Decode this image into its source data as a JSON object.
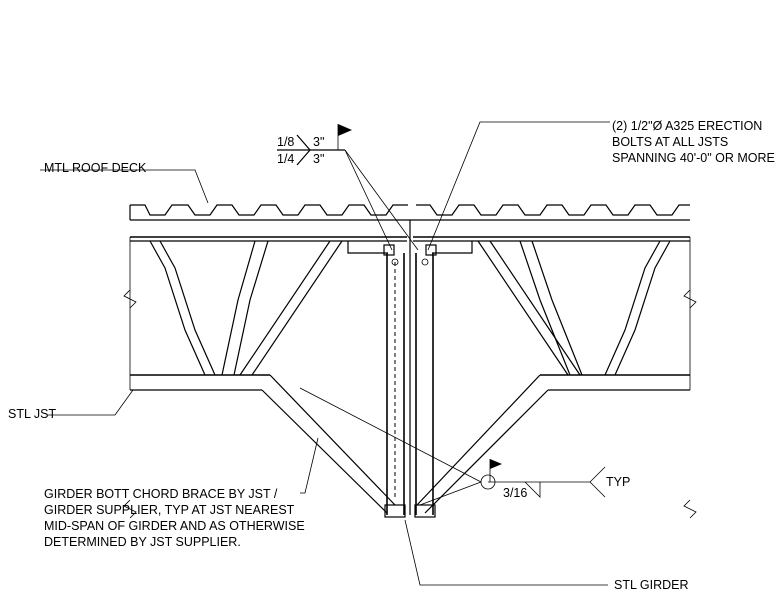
{
  "labels": {
    "mtl_roof_deck": "MTL ROOF DECK",
    "stl_jst": "STL JST",
    "stl_girder": "STL GIRDER",
    "bolts": [
      "(2) 1/2\"Ø A325 ERECTION",
      "BOLTS AT ALL JSTS",
      "SPANNING 40'-0\" OR MORE"
    ],
    "girder_brace": [
      "GIRDER BOTT CHORD BRACE BY JST /",
      "GIRDER SUPPLIER, TYP AT JST NEAREST",
      "MID-SPAN OF GIRDER AND AS OTHERWISE",
      "DETERMINED BY JST SUPPLIER."
    ],
    "weld_top_size": "1/8",
    "weld_top_length": "3\"",
    "weld_bottom_size": "1/4",
    "weld_bottom_length": "3\"",
    "weld_typ_size": "3/16",
    "weld_typ_note": "TYP"
  }
}
